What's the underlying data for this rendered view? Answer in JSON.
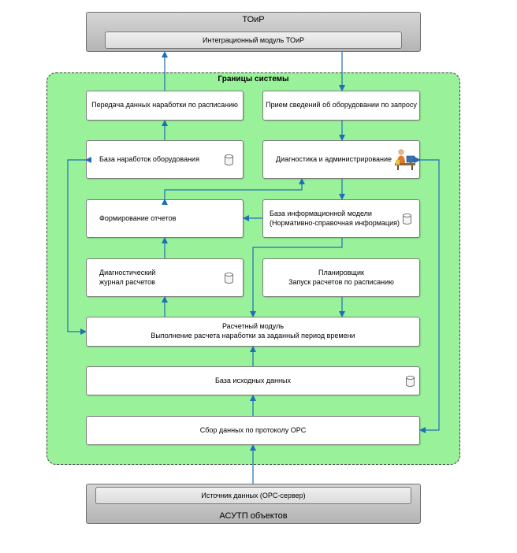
{
  "top_system": {
    "title": "ТОиР",
    "module": "Интеграционный модуль ТОиР"
  },
  "boundary": {
    "title": "Границы системы"
  },
  "nodes": {
    "transfer": "Передача данных наработки по расписанию",
    "receive": "Прием сведений об оборудовании по запросу",
    "runtime_db": "База наработок оборудования",
    "diagnostics_admin": "Диагностика и администрирование",
    "reports": "Формирование отчетов",
    "info_model_line1": "База информационной модели",
    "info_model_line2": "(Нормативно-справочная информация)",
    "diag_log_line1": "Диагностический",
    "diag_log_line2": "журнал расчетов",
    "scheduler_line1": "Планировщик",
    "scheduler_line2": "Запуск расчетов по расписанию",
    "calc_line1": "Расчетный модуль",
    "calc_line2": "Выполнение расчета наработки за заданный период времени",
    "source_db": "База исходных данных",
    "opc_collect": "Сбор данных по протоколу OPC"
  },
  "bottom_system": {
    "title": "АСУТП объектов",
    "source": "Источник данных (OPC-сервер)"
  },
  "colors": {
    "boundary_fill": "#99f299",
    "arrow": "#1f6fb5",
    "node_border": "#7d7d7d"
  },
  "icons": {
    "database": "database-icon",
    "operator": "operator-at-workstation-icon"
  }
}
